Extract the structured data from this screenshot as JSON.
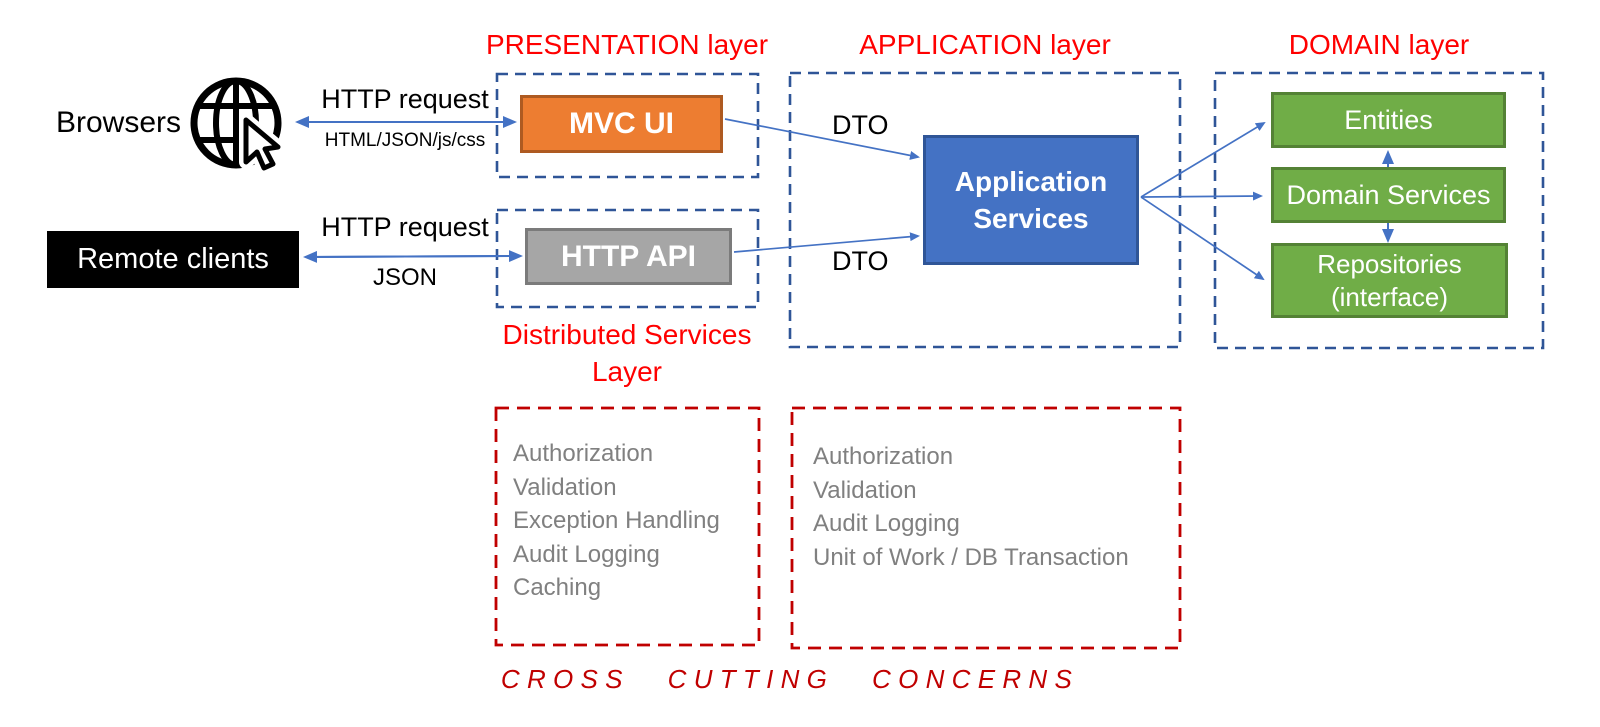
{
  "diagram": {
    "clients": {
      "browsers_label": "Browsers",
      "remote_clients_label": "Remote clients",
      "browser_channel": {
        "label_top": "HTTP request",
        "label_bottom": "HTML/JSON/js/css"
      },
      "remote_channel": {
        "label_top": "HTTP request",
        "label_bottom": "JSON"
      }
    },
    "presentation": {
      "title": "PRESENTATION layer",
      "mvc_ui_label": "MVC UI"
    },
    "distributed": {
      "title_line1": "Distributed Services",
      "title_line2": "Layer",
      "http_api_label": "HTTP API"
    },
    "application": {
      "title": "APPLICATION layer",
      "service_line1": "Application",
      "service_line2": "Services",
      "dto_top": "DTO",
      "dto_bottom": "DTO"
    },
    "domain": {
      "title": "DOMAIN layer",
      "entities_label": "Entities",
      "domain_services_label": "Domain Services",
      "repositories_line1": "Repositories",
      "repositories_line2": "(interface)"
    },
    "cross_cutting": {
      "left_items": [
        "Authorization",
        "Validation",
        "Exception Handling",
        "Audit Logging",
        "Caching"
      ],
      "right_items": [
        "Authorization",
        "Validation",
        "Audit Logging",
        "Unit of Work / DB Transaction"
      ],
      "footer": "CROSS CUTTING CONCERNS"
    },
    "colors": {
      "arrow_blue": "#4472C4",
      "dashed_blue": "#2F5597",
      "dashed_red": "#C00000",
      "label_red": "#FF0000",
      "orange_fill": "#ED7D31",
      "gray_fill": "#A6A6A6",
      "blue_fill": "#4472C4",
      "green_fill": "#70AD47",
      "list_gray": "#808080"
    }
  }
}
